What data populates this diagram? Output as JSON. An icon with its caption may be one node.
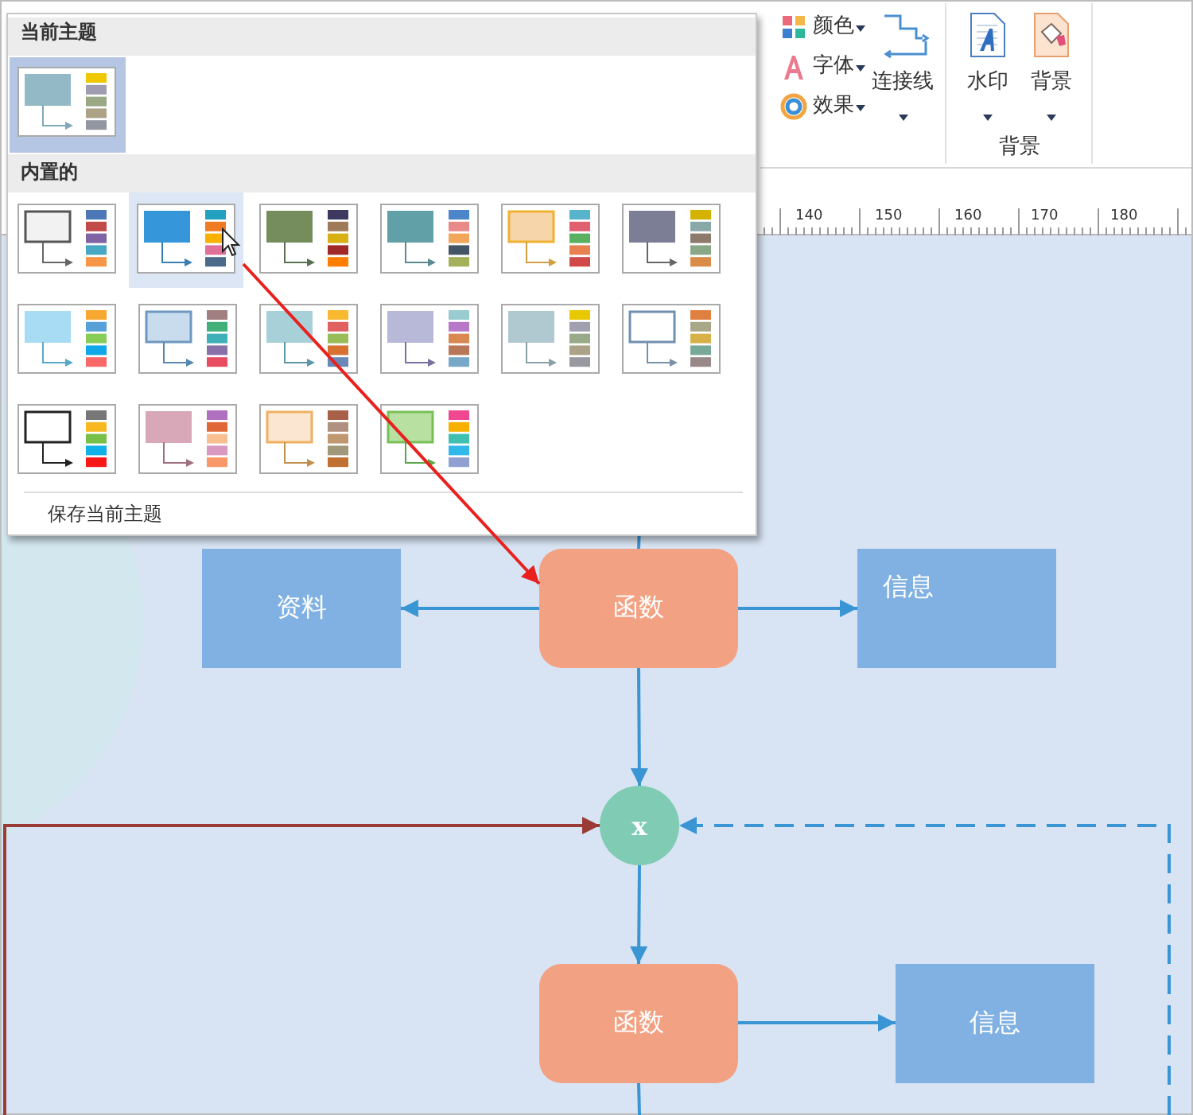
{
  "diagram": {
    "nodes": [
      {
        "text": [],
        "shape": "picture"
      },
      {
        "text": [
          "资料"
        ]
      },
      {
        "text": [
          "函数"
        ]
      },
      {
        "text": [
          "信息"
        ]
      },
      {
        "text": [
          "x"
        ]
      },
      {
        "text": [
          "函数"
        ]
      },
      {
        "text": [
          "信息"
        ]
      }
    ],
    "edges": [
      {
        "from": 0,
        "to": 2,
        "arrow": "to",
        "color": "#e8201e"
      },
      {
        "from": 2,
        "to": null,
        "arrow": "none"
      },
      {
        "from": 2,
        "to": 1,
        "arrow": "to"
      },
      {
        "from": 2,
        "to": 3,
        "arrow": "to"
      },
      {
        "from": 2,
        "to": 4,
        "arrow": "to"
      },
      {
        "from": null,
        "to": 4,
        "arrow": "to",
        "color": "#9b3b36"
      },
      {
        "from": null,
        "to": 4,
        "arrow": "to",
        "style": "dashed"
      },
      {
        "from": 4,
        "to": 5,
        "arrow": "to"
      },
      {
        "from": 5,
        "to": 6,
        "arrow": "to"
      },
      {
        "from": 5,
        "to": null,
        "arrow": "none"
      }
    ],
    "labels": [
      "当前主题",
      "颜色",
      "字体",
      "效果",
      "连接线",
      "水印",
      "背景",
      "内置的",
      "背景",
      "140",
      "150",
      "160",
      "170",
      "180",
      "保存当前主题"
    ]
  }
}
